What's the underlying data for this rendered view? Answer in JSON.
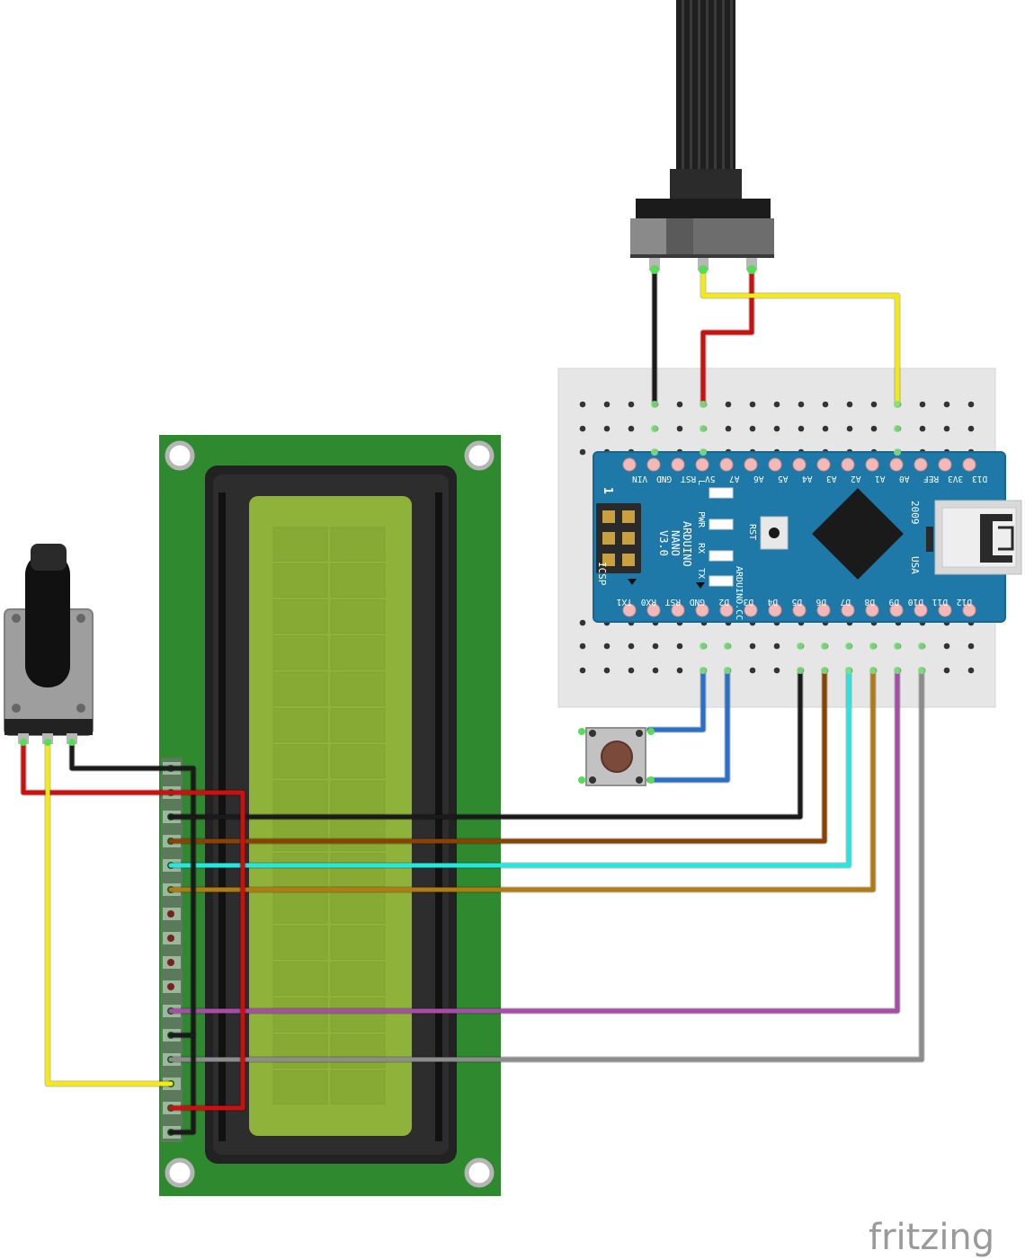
{
  "nano": {
    "top_pins": [
      "VIN",
      "GND",
      "RST",
      "5V",
      "A7",
      "A6",
      "A5",
      "A4",
      "A3",
      "A2",
      "A1",
      "A0",
      "REF",
      "3V3",
      "D13"
    ],
    "bottom_pins": [
      "TX1",
      "RX0",
      "RST",
      "GND",
      "D2",
      "D3",
      "D4",
      "D5",
      "D6",
      "D7",
      "D8",
      "D9",
      "D10",
      "D11",
      "D12"
    ],
    "leds": [
      "L",
      "PWR",
      "RX",
      "TX"
    ],
    "model_lines": [
      "ARDUINO",
      "NANO",
      "V3.0"
    ],
    "website": "ARDUINO.CC",
    "icsp": "ICSP",
    "icsp_pin_one": "1",
    "reset_label": "RST",
    "year": "2009",
    "country": "USA"
  },
  "brand": "fritzing",
  "colors": {
    "board_blue": "#1f79a8",
    "lcd_pcb": "#2f8a2f",
    "lcd_screen": "#8fb33a",
    "breadboard": "#e6e6e6",
    "wire_black": "#1a1a1a",
    "wire_red": "#cc1010",
    "wire_yellow": "#f2ea10",
    "wire_blue": "#2a6fc9",
    "wire_brown": "#8a4200",
    "wire_cyan": "#26e6e0",
    "wire_ochre": "#b07b12",
    "wire_purple": "#a64ea6",
    "wire_grey": "#8c8c8c"
  }
}
